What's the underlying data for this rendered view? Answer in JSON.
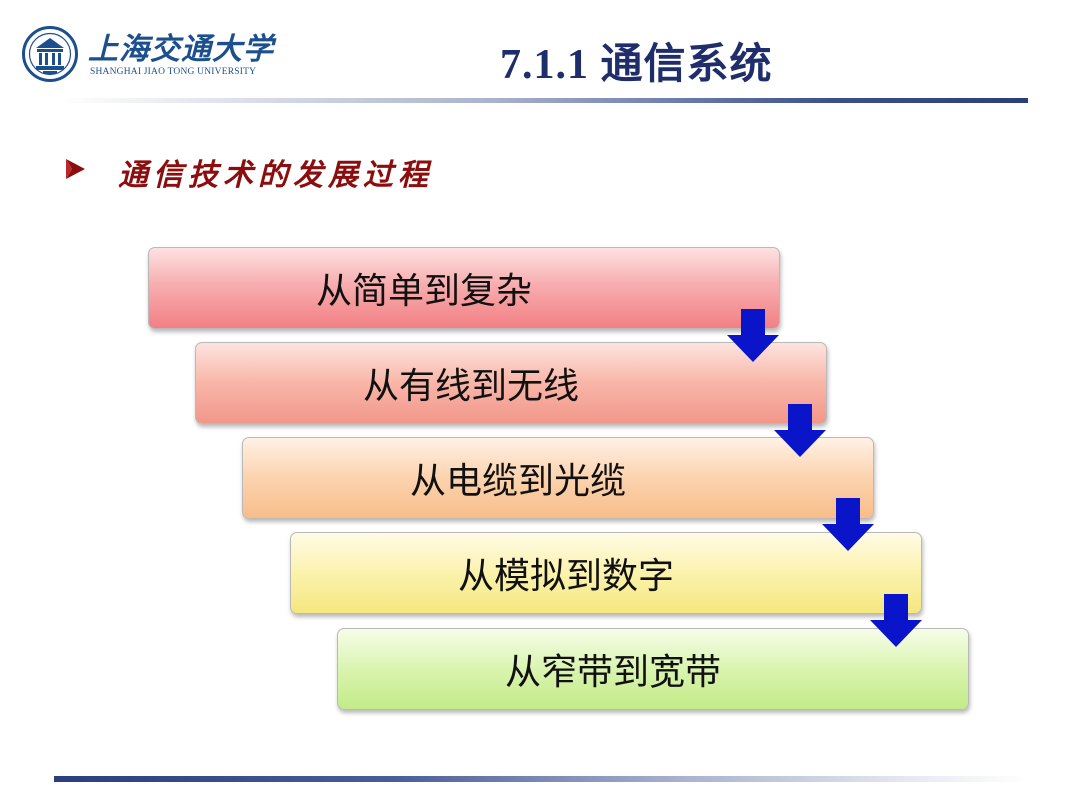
{
  "logo": {
    "name_cn": "上海交通大学",
    "name_en": "SHANGHAI JIAO TONG UNIVERSITY",
    "icon": "university-seal-icon",
    "color": "#1c4f8e"
  },
  "title": "7.1.1 通信系统",
  "bullet": {
    "icon": "arrow-bullet-icon",
    "text": "通信技术的发展过程",
    "color": "#8b0d0d"
  },
  "steps": [
    {
      "label": "从简单到复杂",
      "color": "#f37f84"
    },
    {
      "label": "从有线到无线",
      "color": "#f2978a"
    },
    {
      "label": "从电缆到光缆",
      "color": "#f8bd8a"
    },
    {
      "label": "从模拟到数字",
      "color": "#f4e77f"
    },
    {
      "label": "从窄带到宽带",
      "color": "#c2eb88"
    }
  ],
  "arrow": {
    "icon": "down-arrow-icon",
    "color": "#0a14c8"
  }
}
